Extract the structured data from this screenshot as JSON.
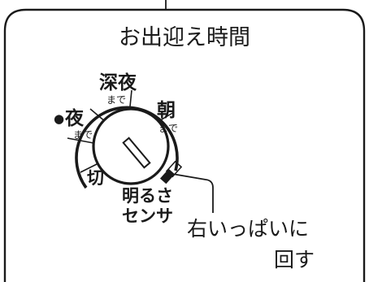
{
  "panel": {
    "title": "お出迎え時間"
  },
  "dial": {
    "positions": [
      {
        "main": "夜",
        "sub": "まで",
        "selected_marker": "●"
      },
      {
        "main": "深夜",
        "sub": "まで"
      },
      {
        "main": "朝",
        "sub": "まで"
      },
      {
        "main": "切"
      }
    ],
    "sensor_label_line1": "明るさ",
    "sensor_label_line2": "センサ"
  },
  "callout": {
    "line1": "右いっぱいに",
    "line2": "回す"
  }
}
